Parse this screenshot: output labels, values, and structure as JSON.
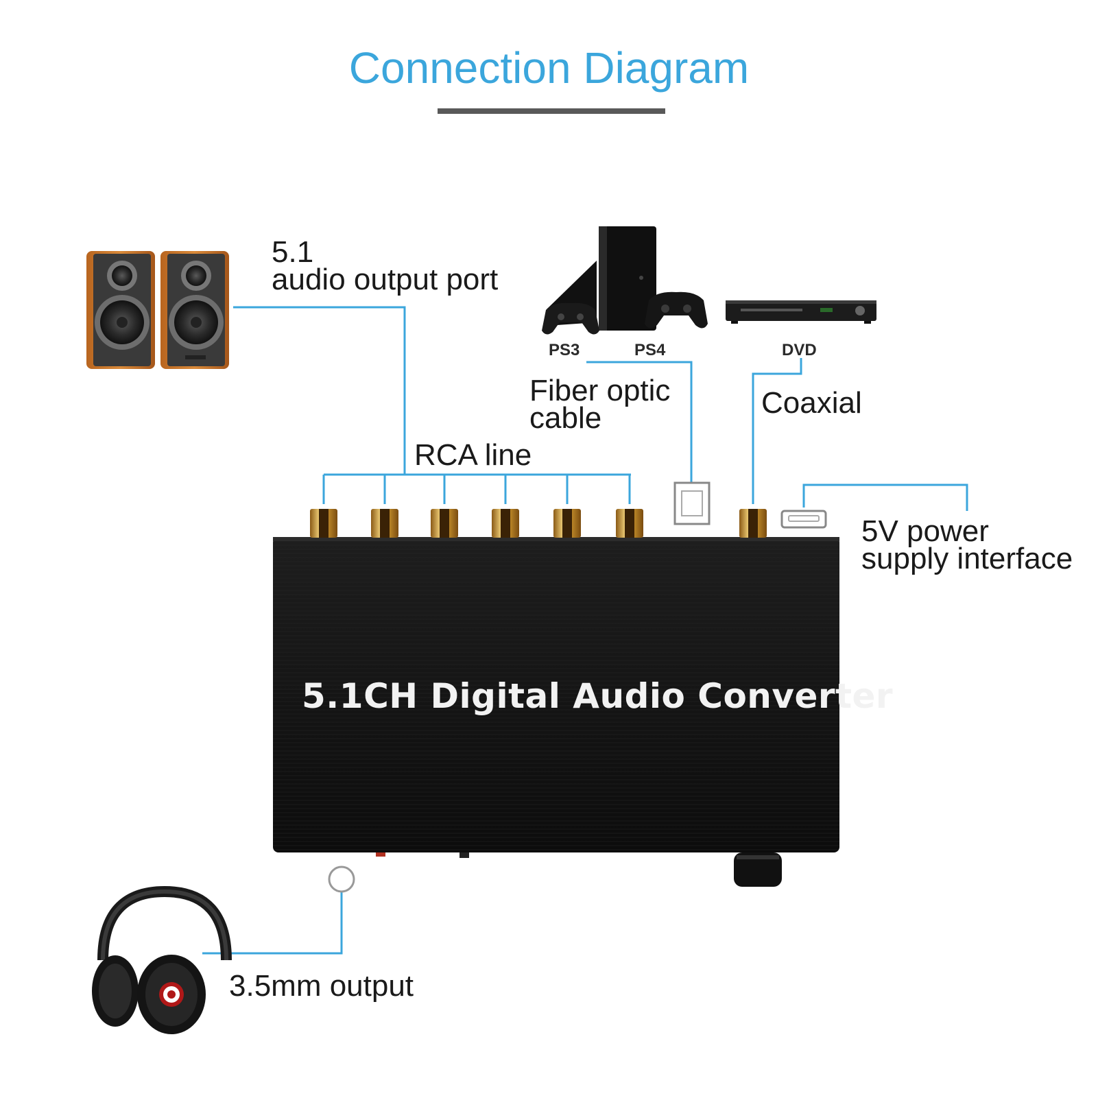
{
  "title": "Connection Diagram",
  "colors": {
    "title": "#3ba6dc",
    "lines": "#3ba6dc",
    "device_body": "#141414",
    "text": "#1a1a1a"
  },
  "labels": {
    "audio_output_line1": "5.1",
    "audio_output_line2": "audio output port",
    "rca_line": "RCA line",
    "fiber_line1": "Fiber optic",
    "fiber_line2": "cable",
    "coaxial": "Coaxial",
    "power_line1": "5V power",
    "power_line2": "supply interface",
    "headphone": "3.5mm output",
    "ps3": "PS3",
    "ps4": "PS4",
    "dvd": "DVD"
  },
  "device": {
    "name": "5.1CH Digital Audio Converter"
  },
  "icons": {
    "speakers": "speakers-icon",
    "game_console": "game-console-icon",
    "dvd_player": "dvd-player-icon",
    "headphones": "headphones-icon"
  }
}
